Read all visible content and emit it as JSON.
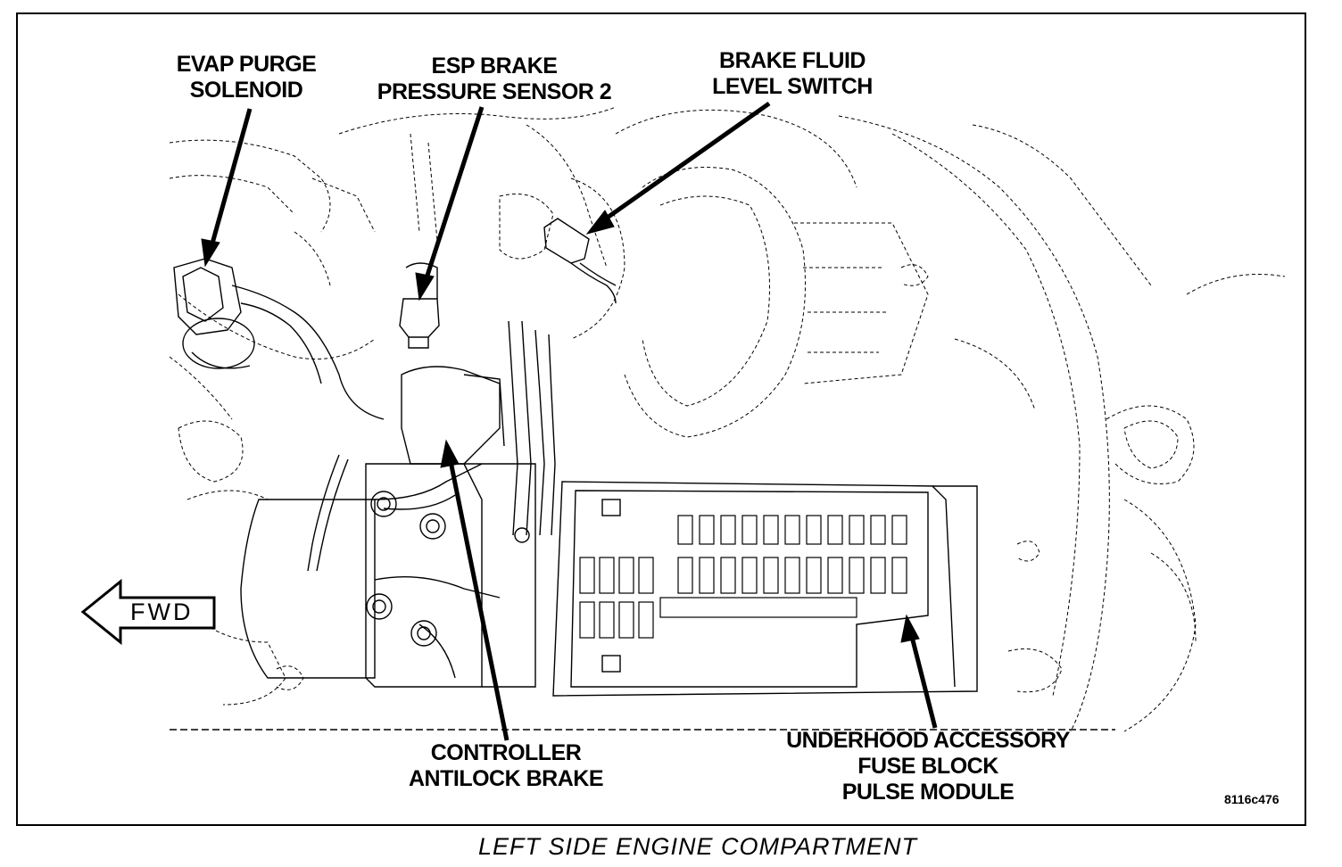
{
  "caption": "LEFT SIDE ENGINE COMPARTMENT",
  "reference_code": "8116c476",
  "direction_arrow": "FWD",
  "callouts": {
    "evap_purge_solenoid": [
      "EVAP PURGE",
      "SOLENOID"
    ],
    "esp_brake_pressure_sensor": [
      "ESP BRAKE",
      "PRESSURE SENSOR 2"
    ],
    "brake_fluid_level_switch": [
      "BRAKE FLUID",
      "LEVEL SWITCH"
    ],
    "controller_antilock_brake": [
      "CONTROLLER",
      "ANTILOCK BRAKE"
    ],
    "underhood_fuse_block": [
      "UNDERHOOD ACCESSORY",
      "FUSE BLOCK",
      "PULSE MODULE"
    ]
  },
  "colors": {
    "ink": "#000000",
    "background": "#ffffff"
  }
}
